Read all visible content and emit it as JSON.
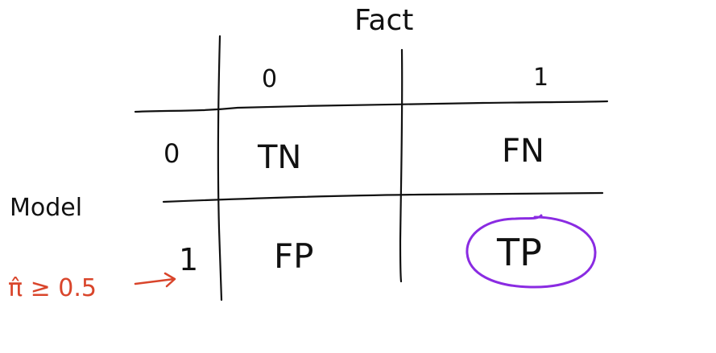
{
  "title_top": "Fact",
  "title_side": "Model",
  "columns": [
    "0",
    "1"
  ],
  "rows": [
    "0",
    "1"
  ],
  "cells": {
    "tn": "TN",
    "fn": "FN",
    "fp": "FP",
    "tp": "TP"
  },
  "threshold": {
    "text": "π̂ ≥ 0.5",
    "color": "#d9452b"
  },
  "highlight_color": "#8a2be2"
}
